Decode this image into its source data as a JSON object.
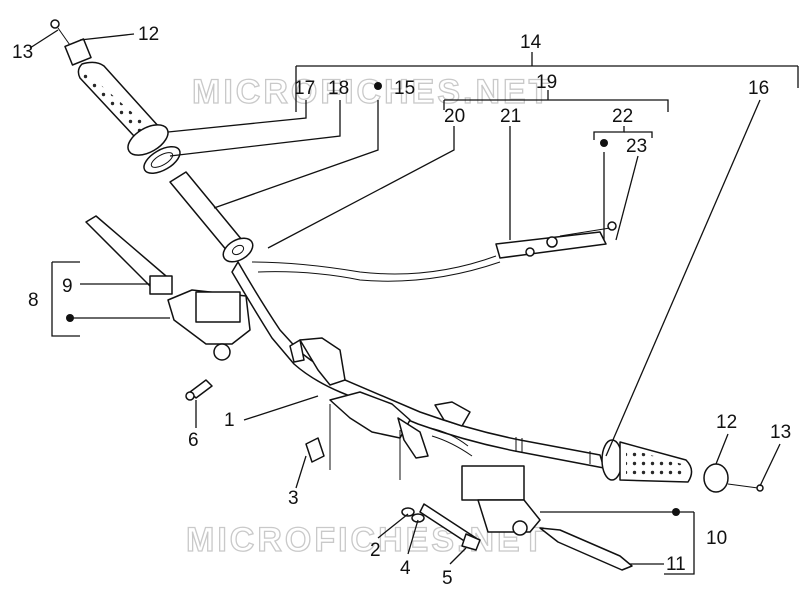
{
  "watermark": "MICROFICHES.NET",
  "callouts": [
    "1",
    "2",
    "3",
    "4",
    "5",
    "6",
    "8",
    "9",
    "10",
    "11",
    "12",
    "13",
    "14",
    "15",
    "16",
    "17",
    "18",
    "19",
    "20",
    "21",
    "22",
    "23"
  ],
  "labels": {
    "p1": "1",
    "p2": "2",
    "p3": "3",
    "p4": "4",
    "p5": "5",
    "p6": "6",
    "p8": "8",
    "p9": "9",
    "p10": "10",
    "p11": "11",
    "p12a": "12",
    "p12b": "12",
    "p13a": "13",
    "p13b": "13",
    "p14": "14",
    "p15": "15",
    "p16": "16",
    "p17": "17",
    "p18": "18",
    "p19": "19",
    "p20": "20",
    "p21": "21",
    "p22": "22",
    "p23": "23"
  },
  "colors": {
    "ink": "#111111",
    "watermark": "#c9c9c9",
    "background": "#ffffff"
  }
}
